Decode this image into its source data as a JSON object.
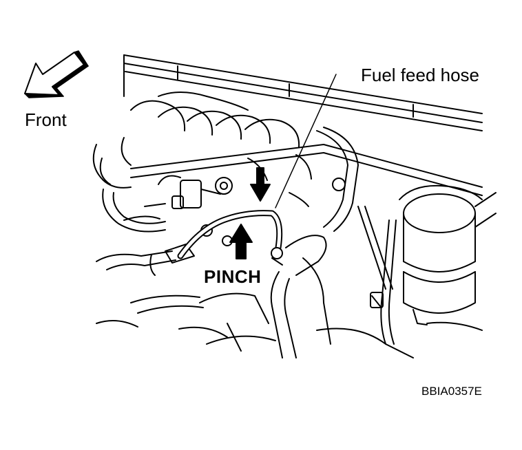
{
  "labels": {
    "front": "Front",
    "fuel_feed_hose": "Fuel feed hose",
    "pinch": "PINCH",
    "figure_code": "BBIA0357E"
  }
}
